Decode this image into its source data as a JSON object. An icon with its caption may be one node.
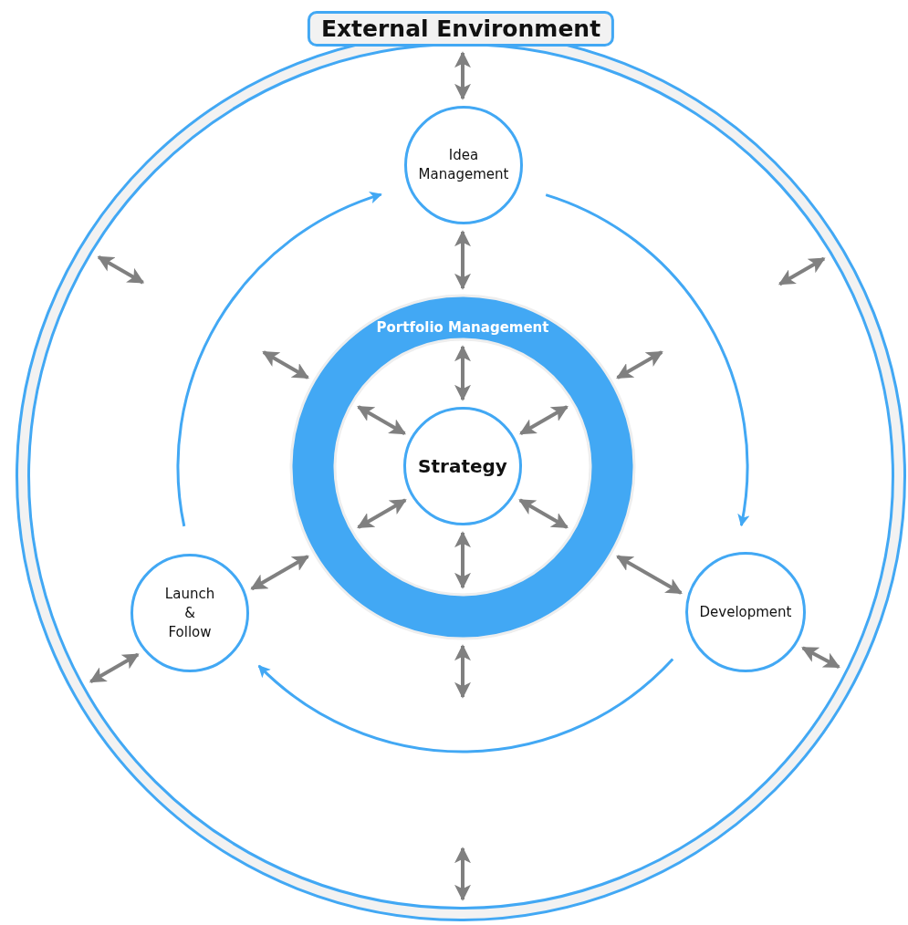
{
  "diagram": {
    "nodes": [
      {
        "text": [
          "External Environment"
        ]
      },
      {
        "text": [
          "Idea Management"
        ],
        "in": 0
      },
      {
        "text": [
          "Portfolio Management"
        ],
        "in": 0
      },
      {
        "text": [
          "Strategy"
        ],
        "in": 2
      },
      {
        "text": [
          "Development"
        ],
        "in": 0
      },
      {
        "text": [
          "Launch & Follow"
        ],
        "in": 0
      }
    ],
    "edges": [
      {
        "from": 5,
        "to": 1,
        "arrow": "to",
        "color": "#42a8f4"
      },
      {
        "from": 1,
        "to": 4,
        "arrow": "to",
        "color": "#42a8f4"
      },
      {
        "from": 4,
        "to": 5,
        "arrow": "to",
        "color": "#42a8f4"
      },
      {
        "from": 2,
        "to": 3,
        "arrow": "both"
      },
      {
        "from": 2,
        "to": 3,
        "arrow": "both"
      },
      {
        "from": 2,
        "to": 3,
        "arrow": "both"
      },
      {
        "from": 2,
        "to": 3,
        "arrow": "both"
      },
      {
        "from": 2,
        "to": 3,
        "arrow": "both"
      },
      {
        "from": 2,
        "to": 3,
        "arrow": "both"
      },
      {
        "from": 1,
        "to": 2,
        "arrow": "both"
      },
      {
        "from": 2,
        "to": null,
        "arrow": "both"
      },
      {
        "from": 2,
        "to": null,
        "arrow": "both"
      },
      {
        "from": 5,
        "to": 2,
        "arrow": "both"
      },
      {
        "from": 2,
        "to": 4,
        "arrow": "both"
      },
      {
        "from": 2,
        "to": null,
        "arrow": "both"
      },
      {
        "from": 0,
        "to": 1,
        "arrow": "both"
      },
      {
        "from": 0,
        "to": null,
        "arrow": "both"
      },
      {
        "from": 0,
        "to": null,
        "arrow": "both"
      },
      {
        "from": 0,
        "to": 5,
        "arrow": "both"
      },
      {
        "from": 0,
        "to": 4,
        "arrow": "both"
      },
      {
        "from": 0,
        "to": null,
        "arrow": "both"
      }
    ]
  }
}
